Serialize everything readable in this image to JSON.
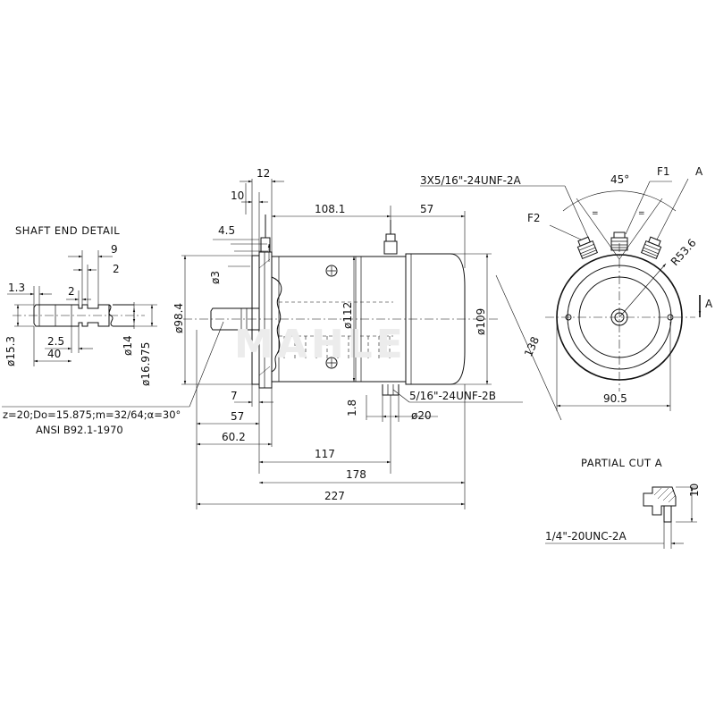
{
  "shaft_detail": {
    "title": "SHAFT END DETAIL",
    "dims": [
      "9",
      "2",
      "1.3",
      "2",
      "2.5",
      "40",
      "ø15.3",
      "ø14",
      "ø16.975"
    ]
  },
  "side_view": {
    "dims": {
      "d12": "12",
      "d10": "10",
      "d108": "108.1",
      "d57top": "57",
      "d45": "4.5",
      "d3": "ø3",
      "d984": "ø98.4",
      "d112": "ø112",
      "d109": "ø109",
      "d7": "7",
      "d18": "1.8",
      "d57": "57",
      "d602": "60.2",
      "d117": "117",
      "d178": "178",
      "d227": "227",
      "d20": "ø20"
    },
    "thread_bottom": "5/16\"-24UNF-2B",
    "gear_spec": "z=20;Do=15.875;m=32/64;α=30°",
    "gear_std": "ANSI B92.1-1970"
  },
  "end_view": {
    "thread_label": "3X5/16\"-24UNF-2A",
    "angle": "45°",
    "F1": "F1",
    "A": "A",
    "F2": "F2",
    "radius": "R53.6",
    "dim138": "138",
    "dim905": "90.5",
    "section_mark": "A"
  },
  "partial_cut": {
    "title": "PARTIAL CUT A",
    "dim10": "10",
    "thread": "1/4\"-20UNC-2A"
  }
}
